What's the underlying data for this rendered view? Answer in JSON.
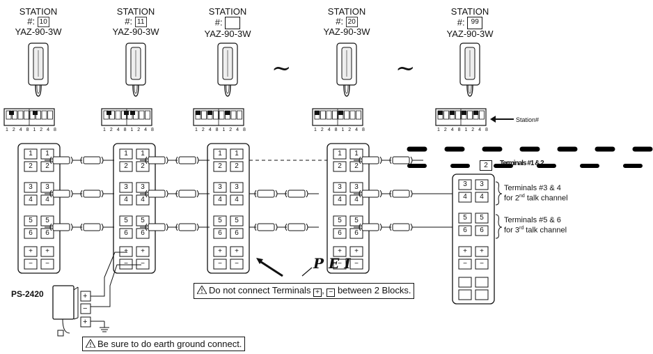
{
  "stations": [
    {
      "title": "STATION",
      "prefix": "#:",
      "number": "10",
      "model": "YAZ-90-3W"
    },
    {
      "title": "STATION",
      "prefix": "#:",
      "number": "11",
      "model": "YAZ-90-3W"
    },
    {
      "title": "STATION",
      "prefix": "#:",
      "number": "",
      "model": "YAZ-90-3W"
    },
    {
      "title": "STATION",
      "prefix": "#:",
      "number": "20",
      "model": "YAZ-90-3W"
    },
    {
      "title": "STATION",
      "prefix": "#:",
      "number": "99",
      "model": "YAZ-90-3W"
    }
  ],
  "tilde": "~",
  "dip_labels": [
    "1",
    "2",
    "4",
    "8",
    "1",
    "2",
    "4",
    "8"
  ],
  "station_arrow_label": "Station#",
  "terminal_labels": [
    "1",
    "2",
    "3",
    "4",
    "5",
    "6",
    "+",
    "−"
  ],
  "channel_notes": {
    "ch1_box": "2",
    "ch1_text": "Terminals #1 & 2",
    "ch2_text": "Terminals #3 & 4",
    "ch2_sub_pre": "for 2",
    "ch2_sub_sup": "nd",
    "ch2_sub_post": " talk channel",
    "ch3_text": "Terminals #5 & 6",
    "ch3_sub_pre": "for 3",
    "ch3_sub_sup": "rd",
    "ch3_sub_post": " talk channel"
  },
  "pei_text": "P E I",
  "psu": {
    "label": "PS-2420",
    "plus": "+",
    "minus": "−"
  },
  "warnings": {
    "terminals_pre": "Do not connect Terminals",
    "terminals_plus": "+",
    "terminals_sep": ",",
    "terminals_minus": "−",
    "terminals_post": "between 2 Blocks.",
    "ground": "Be sure to do earth ground connect."
  }
}
